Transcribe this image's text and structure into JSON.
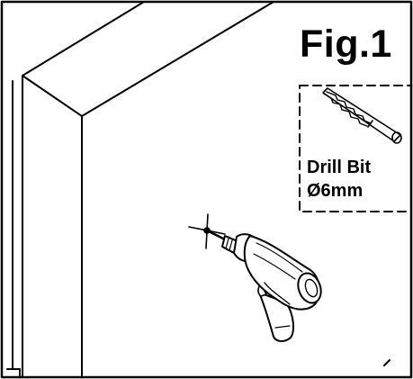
{
  "figure": {
    "title": "Fig.1",
    "drill_bit_label": "Drill Bit",
    "drill_bit_size": "Ø6mm"
  },
  "colors": {
    "line": "#000000",
    "background": "#ffffff"
  },
  "icons": [
    "drill-bit-icon",
    "power-drill-icon",
    "crosshair-mark-icon"
  ]
}
